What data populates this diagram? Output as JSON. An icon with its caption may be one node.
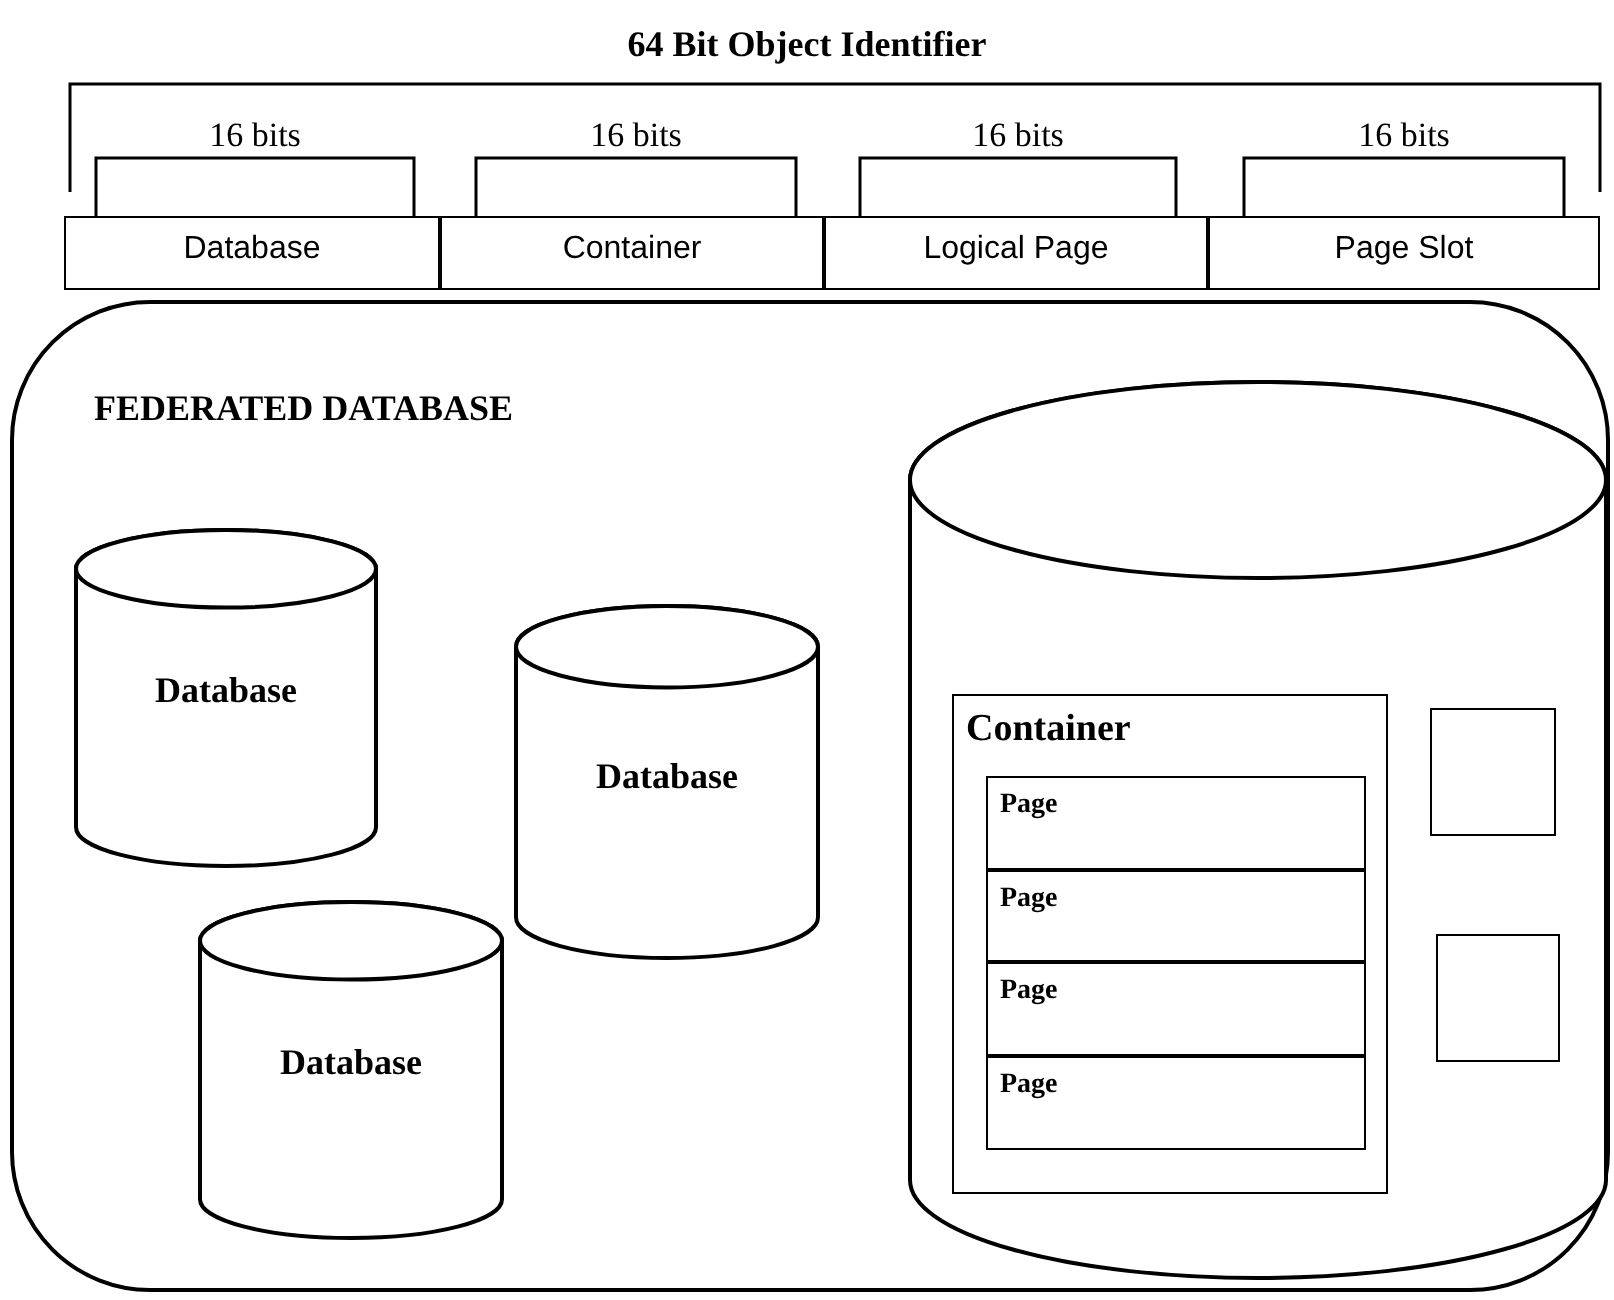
{
  "diagram": {
    "title": "64 Bit Object Identifier",
    "nodes": [
      {
        "text": [
          "Database"
        ]
      },
      {
        "text": [
          "Container"
        ]
      },
      {
        "text": [
          "Logical Page"
        ]
      },
      {
        "text": [
          "Page Slot"
        ]
      },
      {
        "text": [
          "FEDERATED DATABASE"
        ]
      },
      {
        "text": [
          "Database"
        ],
        "in": 4
      },
      {
        "text": [
          "Database"
        ],
        "in": 4
      },
      {
        "text": [
          "Database"
        ],
        "in": 4
      },
      {
        "text": [],
        "shape": "cylinder",
        "in": 4
      },
      {
        "text": [
          "Container"
        ],
        "in": 8
      },
      {
        "text": [
          "Page"
        ],
        "in": 9
      },
      {
        "text": [
          "Page"
        ],
        "in": 9
      },
      {
        "text": [
          "Page"
        ],
        "in": 9
      },
      {
        "text": [
          "Page"
        ],
        "in": 9
      },
      {
        "text": [],
        "shape": "box",
        "in": 8
      },
      {
        "text": [],
        "shape": "box",
        "in": 8
      }
    ],
    "edges": [],
    "labels": [
      "16 bits",
      "16 bits",
      "16 bits",
      "16 bits"
    ]
  }
}
